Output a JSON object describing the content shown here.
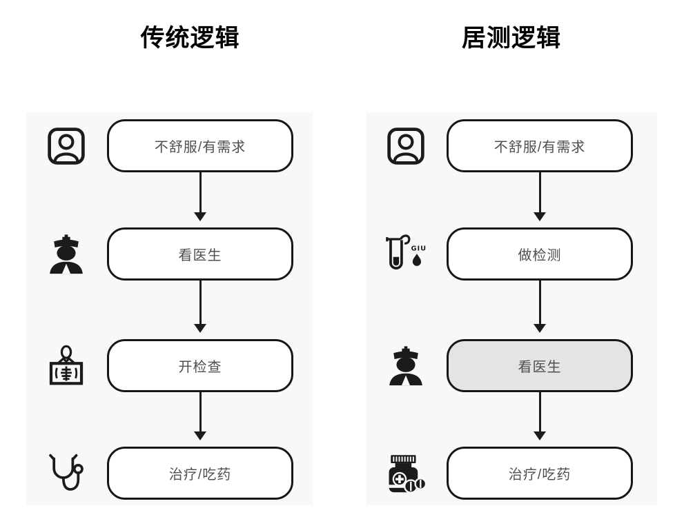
{
  "colors": {
    "ink": "#1b1b1b",
    "panel_bg": "#f8f8f8",
    "box_bg": "#ffffff",
    "box_highlight_bg": "#e4e4e4",
    "box_border": "#161616",
    "box_text": "#4f4f4f",
    "title_text": "#000000",
    "page_bg": "#ffffff"
  },
  "columns": [
    {
      "title": "传统逻辑",
      "steps": [
        {
          "icon": "patient-icon",
          "label": "不舒服/有需求",
          "highlighted": false
        },
        {
          "icon": "doctor-icon",
          "label": "看医生",
          "highlighted": false
        },
        {
          "icon": "xray-icon",
          "label": "开检查",
          "highlighted": false
        },
        {
          "icon": "stethoscope-icon",
          "label": "治疗/吃药",
          "highlighted": false
        }
      ]
    },
    {
      "title": "居测逻辑",
      "steps": [
        {
          "icon": "patient-icon",
          "label": "不舒服/有需求",
          "highlighted": false
        },
        {
          "icon": "test-tube-icon",
          "label": "做检测",
          "highlighted": false,
          "icon_text": "GIU"
        },
        {
          "icon": "doctor-icon",
          "label": "看医生",
          "highlighted": true
        },
        {
          "icon": "medicine-bottle-icon",
          "label": "治疗/吃药",
          "highlighted": false
        }
      ]
    }
  ]
}
